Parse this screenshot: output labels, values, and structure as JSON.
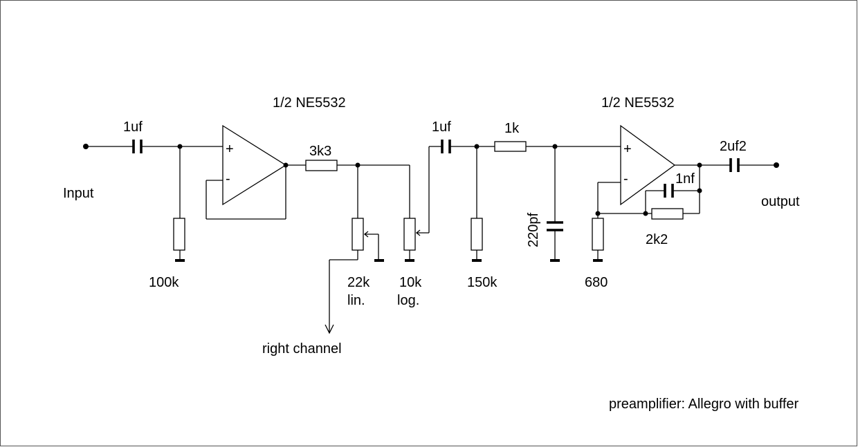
{
  "title": "preamplifier: Allegro with buffer",
  "ports": {
    "input": "Input",
    "output": "output",
    "right_channel": "right channel"
  },
  "opamps": [
    {
      "label": "1/2 NE5532",
      "plus": "+",
      "minus": "-"
    },
    {
      "label": "1/2 NE5532",
      "plus": "+",
      "minus": "-"
    }
  ],
  "components": {
    "c_in": "1uf",
    "r_100k": "100k",
    "r_3k3": "3k3",
    "pot_22k": {
      "value": "22k",
      "type": "lin."
    },
    "pot_10k": {
      "value": "10k",
      "type": "log."
    },
    "c_mid": "1uf",
    "r_1k": "1k",
    "r_150k": "150k",
    "c_220pf": "220pf",
    "r_680": "680",
    "c_1nf": "1nf",
    "r_2k2": "2k2",
    "c_out": "2uf2"
  },
  "colors": {
    "ink": "#000000",
    "background": "#ffffff"
  }
}
